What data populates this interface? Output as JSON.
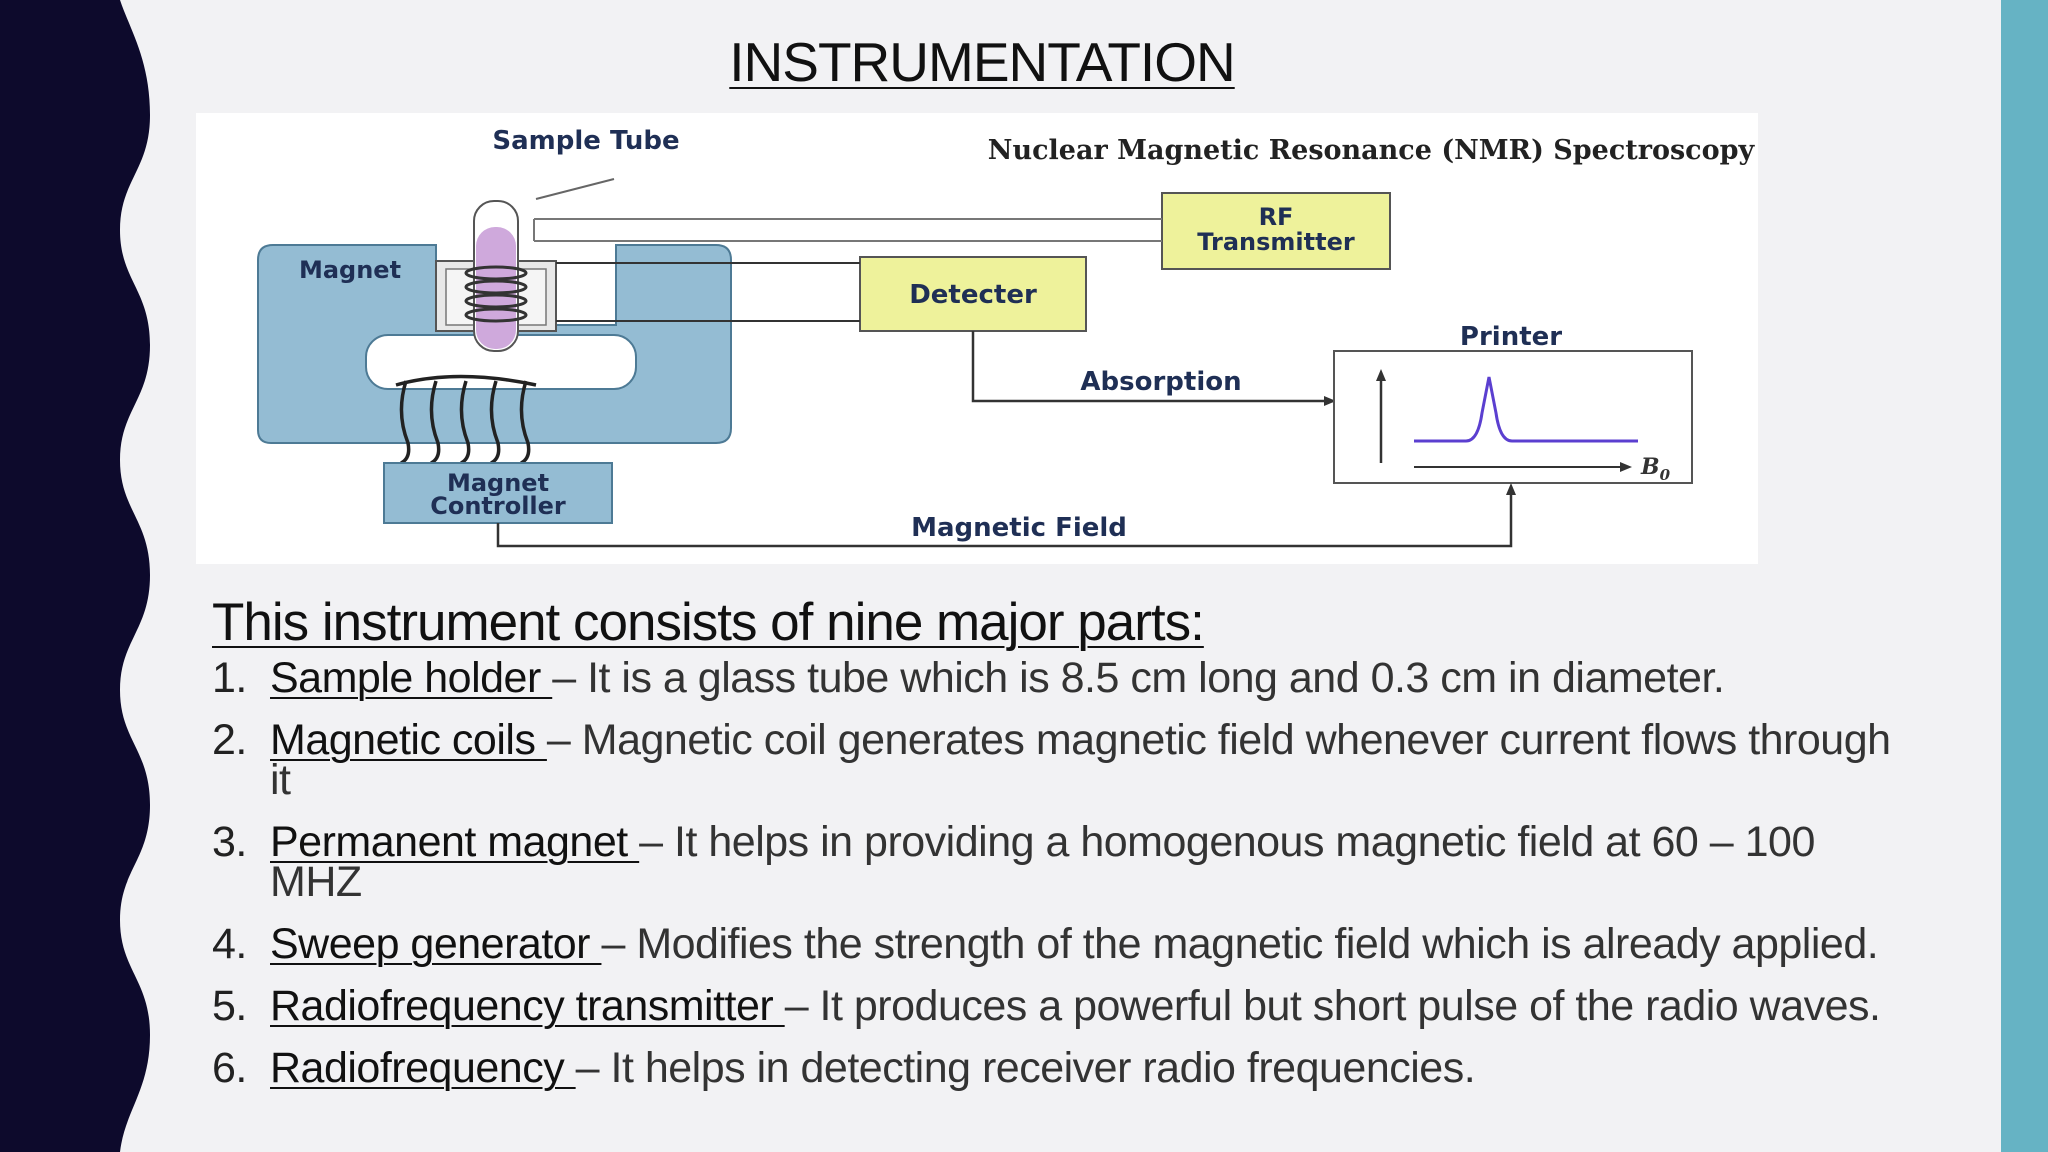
{
  "slide": {
    "title": "INSTRUMENTATION",
    "intro": "This instrument consists of nine major parts:",
    "colors": {
      "left_band": "#0d0a2c",
      "right_bar": "#66b3c4",
      "background": "#f2f2f4"
    }
  },
  "diagram": {
    "title": "Nuclear Magnetic Resonance (NMR) Spectroscopy",
    "sample_tube": "Sample Tube",
    "magnet": "Magnet",
    "magnet_controller_l1": "Magnet",
    "magnet_controller_l2": "Controller",
    "detector": "Detecter",
    "rf_l1": "RF",
    "rf_l2": "Transmitter",
    "printer": "Printer",
    "absorption": "Absorption",
    "magnetic_field": "Magnetic Field",
    "b0": "B",
    "b0_sub": "0"
  },
  "parts": [
    {
      "num": "1.",
      "term": "Sample holder ",
      "desc": "– It is a glass tube which is 8.5 cm long and 0.3 cm in diameter."
    },
    {
      "num": "2.",
      "term": "Magnetic coils ",
      "desc": "– Magnetic coil generates magnetic field whenever current flows through it"
    },
    {
      "num": "3.",
      "term": "Permanent magnet ",
      "desc": "– It helps in providing a homogenous magnetic field at 60 – 100 MHZ"
    },
    {
      "num": "4.",
      "term": "Sweep generator ",
      "desc": "– Modifies the strength of the magnetic field which is already applied."
    },
    {
      "num": "5.",
      "term": "Radiofrequency transmitter ",
      "desc": "– It produces a powerful but short pulse of the radio waves."
    },
    {
      "num": "6.",
      "term": "Radiofrequency ",
      "desc": "– It helps in detecting receiver radio frequencies."
    }
  ]
}
